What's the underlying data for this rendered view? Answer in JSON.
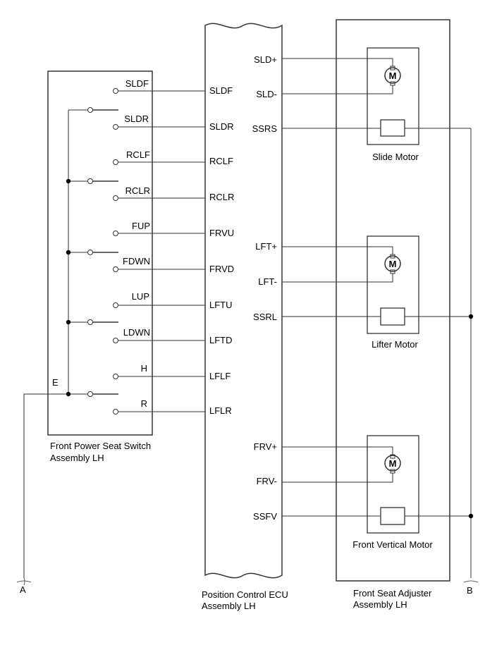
{
  "switch_assembly": {
    "name_line1": "Front Power Seat Switch",
    "name_line2": "Assembly LH",
    "common_label": "E",
    "terminals": [
      "SLDF",
      "SLDR",
      "RCLF",
      "RCLR",
      "FUP",
      "FDWN",
      "LUP",
      "LDWN",
      "H",
      "R"
    ]
  },
  "ecu": {
    "name_line1": "Position Control ECU",
    "name_line2": "Assembly LH",
    "left_pins": [
      "SLDF",
      "SLDR",
      "RCLF",
      "RCLR",
      "FRVU",
      "FRVD",
      "LFTU",
      "LFTD",
      "LFLF",
      "LFLR"
    ],
    "right_pins": [
      "SLD+",
      "SLD-",
      "SSRS",
      "LFT+",
      "LFT-",
      "SSRL",
      "FRV+",
      "FRV-",
      "SSFV"
    ]
  },
  "adjuster": {
    "name_line1": "Front Seat Adjuster",
    "name_line2": "Assembly LH",
    "motors": [
      {
        "label": "Slide Motor",
        "symbol": "M"
      },
      {
        "label": "Lifter Motor",
        "symbol": "M"
      },
      {
        "label": "Front Vertical Motor",
        "symbol": "M"
      }
    ]
  },
  "connectors": {
    "left": "A",
    "right": "B"
  }
}
